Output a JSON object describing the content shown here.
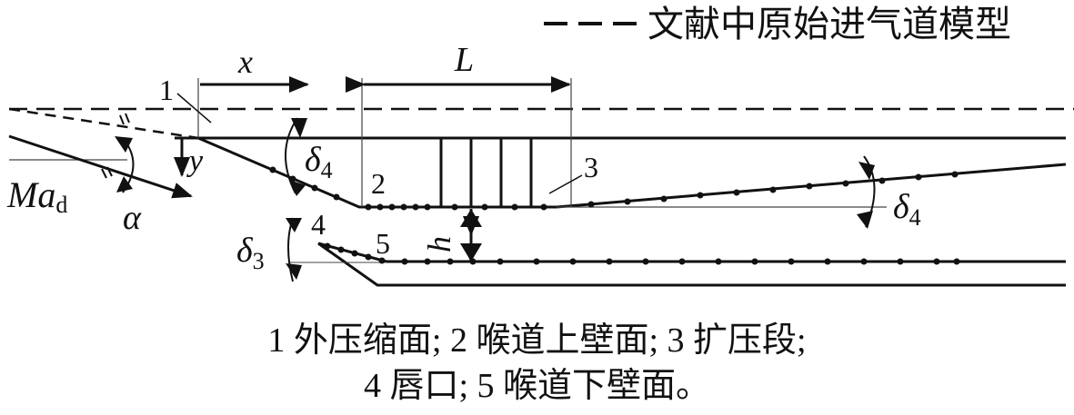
{
  "legend": {
    "label": "文献中原始进气道模型"
  },
  "symbols": {
    "x": "x",
    "L": "L",
    "y": "y",
    "h": "h",
    "delta": "δ",
    "mach": "Ma",
    "mach_sub": "d",
    "alpha": "α",
    "sub4": "4",
    "sub3": "3"
  },
  "markers": {
    "n1": "1",
    "n2": "2",
    "n3": "3",
    "n4": "4",
    "n5": "5"
  },
  "caption": {
    "line1": "1 外压缩面; 2 喉道上壁面; 3 扩压段;",
    "line2": "4 唇口; 5 喉道下壁面。"
  },
  "colors": {
    "ink": "#111111",
    "thin": "#444444"
  }
}
